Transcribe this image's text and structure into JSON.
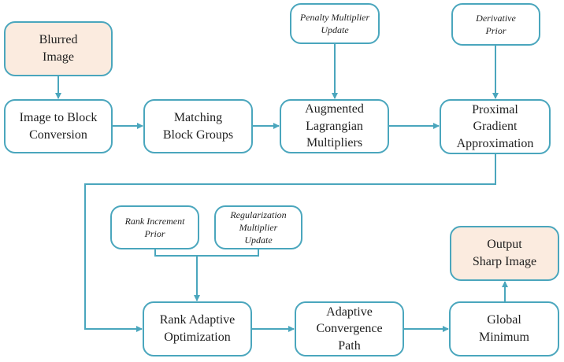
{
  "colors": {
    "stroke": "#4aa6bd",
    "io_fill": "#fbebdf",
    "text": "#1f1f1f"
  },
  "nodes": {
    "blurred_image": "Blurred\nImage",
    "image_to_block": "Image to Block\nConversion",
    "matching_block_groups": "Matching\nBlock Groups",
    "augmented_lagrangian": "Augmented\nLagrangian\nMultipliers",
    "proximal_gradient": "Proximal\nGradient\nApproximation",
    "penalty_multiplier_update": "Penalty Multiplier\nUpdate",
    "derivative_prior": "Derivative\nPrior",
    "rank_increment_prior": "Rank Increment\nPrior",
    "regularization_multiplier_update": "Regularization\nMultiplier\nUpdate",
    "rank_adaptive_optimization": "Rank Adaptive\nOptimization",
    "adaptive_convergence_path": "Adaptive\nConvergence\nPath",
    "global_minimum": "Global\nMinimum",
    "output_sharp_image": "Output\nSharp Image"
  }
}
